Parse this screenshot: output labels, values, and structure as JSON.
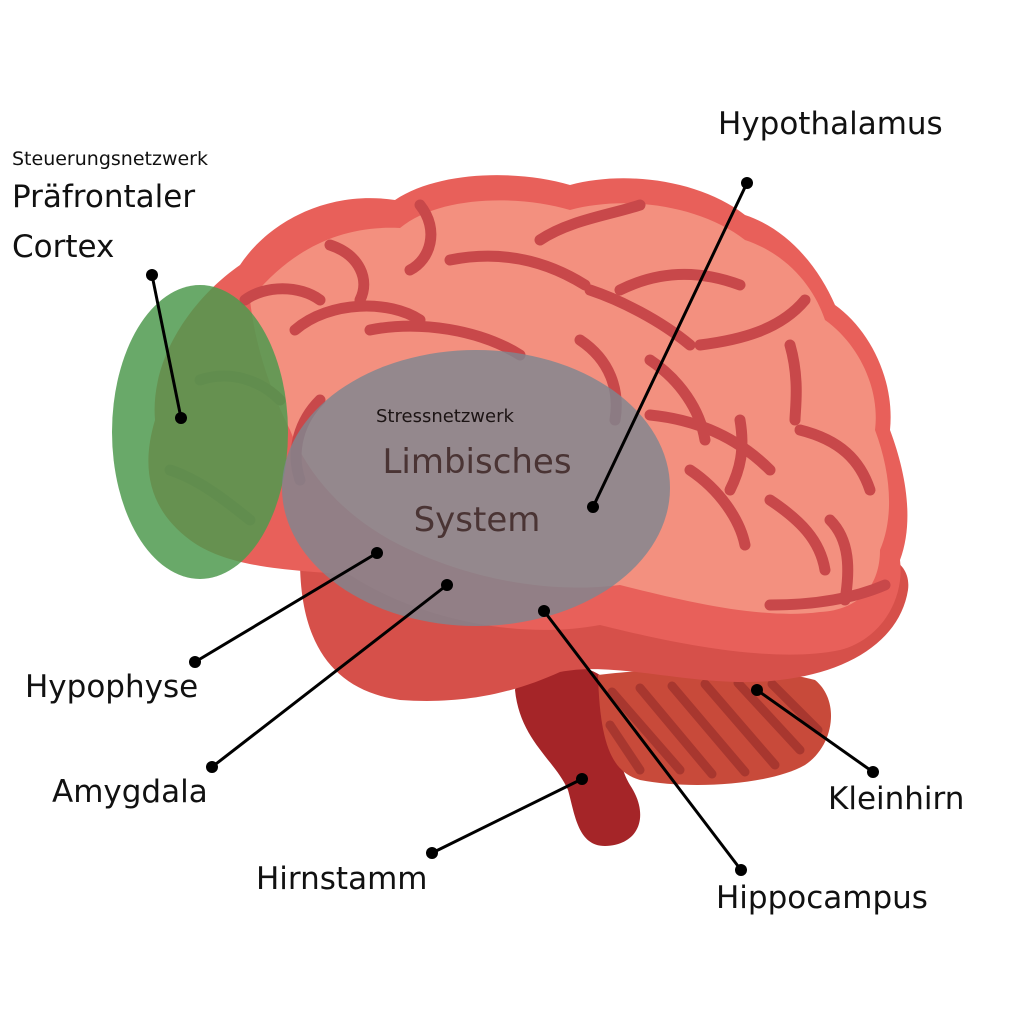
{
  "colors": {
    "cortex_base": "#e8605a",
    "cortex_light": "#f3907f",
    "cortex_dark": "#c94a46",
    "sulcus": "#c8484a",
    "cerebellum": "#c84a3a",
    "cerebellum_stripe": "#a8372f",
    "brainstem": "#a52528",
    "lower_lobe": "#d6504a",
    "control_overlay": "#4f9a4f",
    "stress_overlay": "#7f8690",
    "leader": "#000000"
  },
  "regions": {
    "control": {
      "caption": "Steuerungsnetzwerk",
      "title_line1": "Präfrontaler",
      "title_line2": "Cortex"
    },
    "stress": {
      "caption": "Stressnetzwerk",
      "title_line1": "Limbisches",
      "title_line2": "System"
    }
  },
  "labels": {
    "hypothalamus": "Hypothalamus",
    "hypophyse": "Hypophyse",
    "amygdala": "Amygdala",
    "hirnstamm": "Hirnstamm",
    "hippocampus": "Hippocampus",
    "kleinhirn": "Kleinhirn"
  }
}
